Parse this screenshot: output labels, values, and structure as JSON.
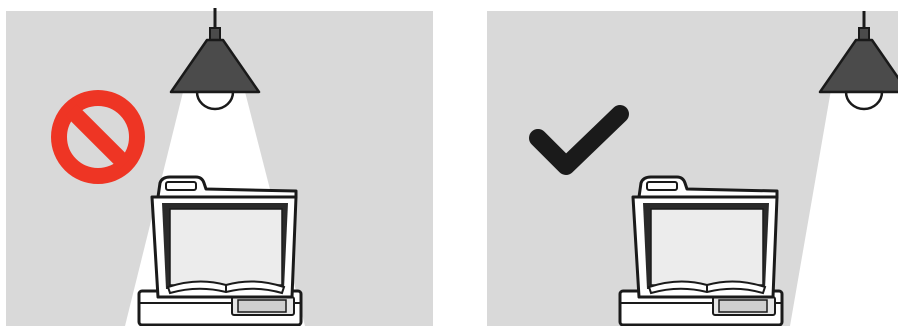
{
  "panels": [
    {
      "id": "incorrect",
      "indicator": "prohibited-icon",
      "light_beam": "over-scanner"
    },
    {
      "id": "correct",
      "indicator": "checkmark-icon",
      "light_beam": "away-from-scanner"
    }
  ],
  "colors": {
    "panel_bg": "#d9d9d9",
    "light_beam": "#ffffff",
    "outline": "#1a1a1a",
    "prohibited": "#ee3524",
    "checkmark": "#1a1a1a",
    "scanner_glass": "#ececec",
    "lamp_shade": "#4b4b4b"
  }
}
